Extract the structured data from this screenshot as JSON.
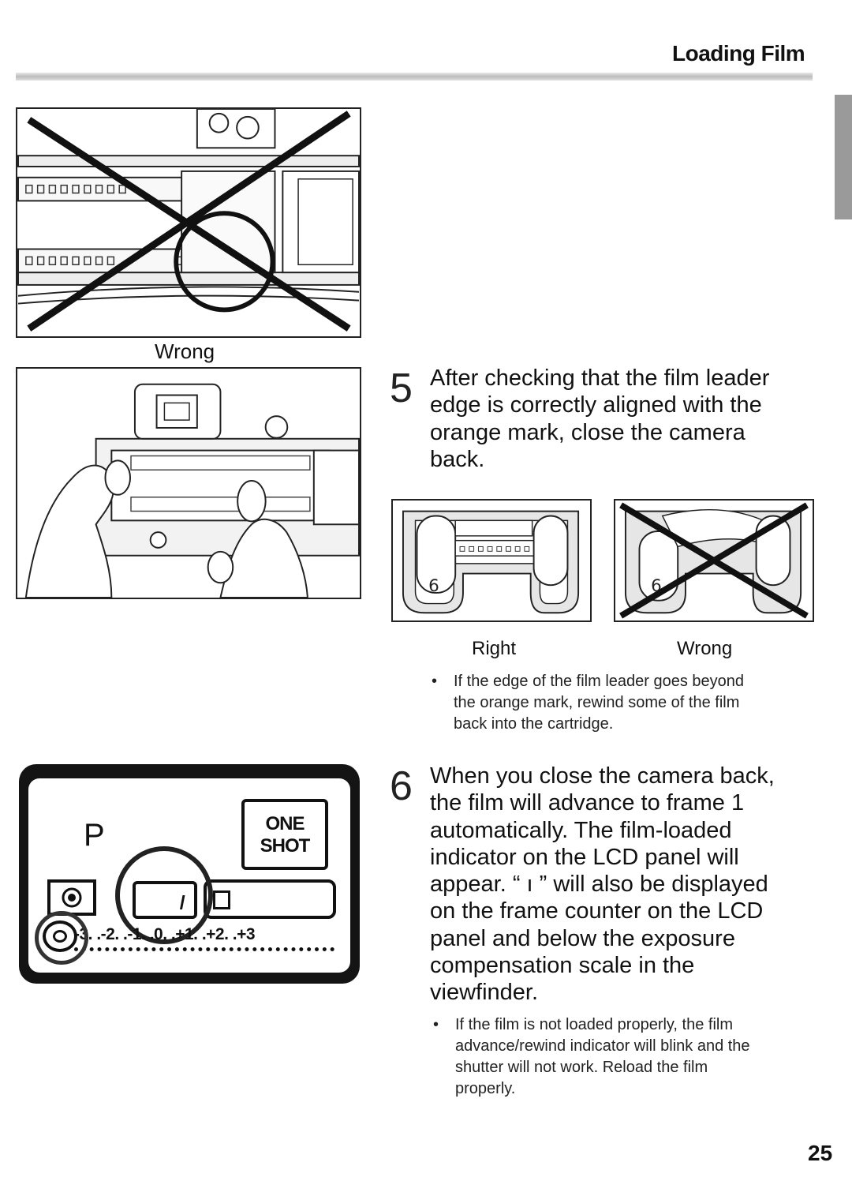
{
  "header": {
    "title": "Loading Film"
  },
  "figures": {
    "top_left_caption": "Wrong",
    "cartridge_right_caption": "Right",
    "cartridge_wrong_caption": "Wrong"
  },
  "step5": {
    "number": "5",
    "lines": [
      "After checking that the film leader",
      "edge is correctly aligned with the",
      "orange mark, close the camera",
      "back."
    ],
    "note": {
      "bullet": "•",
      "lines": [
        "If the edge of the film leader goes beyond",
        "the orange mark, rewind some of the film",
        "back into the cartridge."
      ]
    }
  },
  "step6": {
    "number": "6",
    "lines": [
      "When you close the camera back,",
      "the film will advance to frame 1",
      "automatically. The film-loaded",
      "indicator on the LCD panel will",
      "appear. “ ı ” will also be displayed",
      "on the frame counter on the LCD",
      "panel and below the exposure",
      "compensation scale in the",
      "viewfinder."
    ],
    "note": {
      "bullet": "•",
      "lines": [
        "If the film is not loaded properly, the film",
        "advance/rewind indicator will blink and the",
        "shutter will not work. Reload the film",
        "properly."
      ]
    }
  },
  "lcd": {
    "mode": "P",
    "af_mode": "ONE SHOT",
    "frame_counter": "ı",
    "scale": "-3. .-2. .-1. .0. .+1. .+2. .+3"
  },
  "page_number": "25"
}
